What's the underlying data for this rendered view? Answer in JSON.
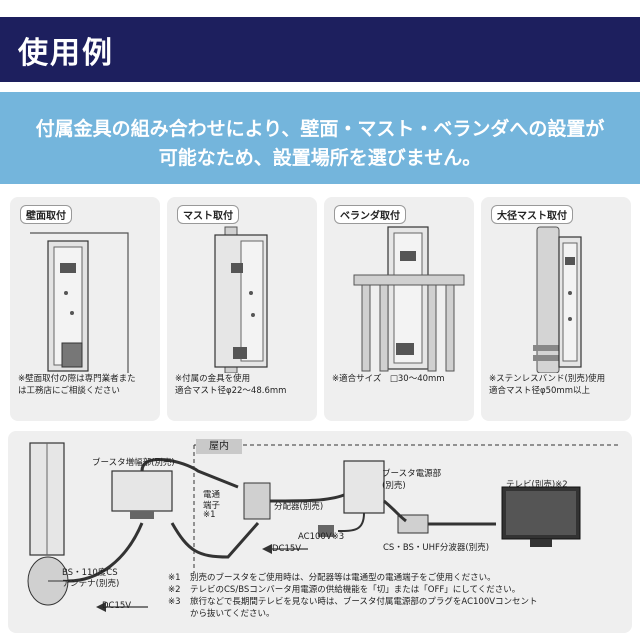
{
  "header": {
    "title": "使用例"
  },
  "banner": {
    "line1": "付属金具の組み合わせにより、壁面・マスト・ベランダへの設置が",
    "line2": "可能なため、設置場所を選びません。"
  },
  "cards": [
    {
      "label": "壁面取付",
      "note1": "※壁面取付の際は専門業者また",
      "note2": "は工務店にご相談ください"
    },
    {
      "label": "マスト取付",
      "note1": "※付属の金具を使用",
      "note2": "適合マスト径φ22〜48.6mm"
    },
    {
      "label": "ベランダ取付",
      "note1": "※適合サイズ　□30〜40mm",
      "note2": ""
    },
    {
      "label": "大径マスト取付",
      "note1": "※ステンレスバンド(別売)使用",
      "note2": "適合マスト径φ50mm以上"
    }
  ],
  "diagram": {
    "indoor": "屋内",
    "booster_amp": "ブースタ増幅部(別売)",
    "terminal1": "電通",
    "terminal2": "端子",
    "terminal3": "※1",
    "splitter": "分配器(別売)",
    "power_unit1": "ブースタ電源部",
    "power_unit2": "(別売)",
    "ac": "AC100V※3",
    "dc_upper": "DC15V",
    "dc_lower": "DC15V",
    "filter": "CS・BS・UHF分波器(別売)",
    "tv": "テレビ(別売)※2",
    "antenna1": "BS・110度CS",
    "antenna2": "アンテナ(別売)"
  },
  "footnotes": [
    {
      "num": "※1",
      "text": "別売のブースタをご使用時は、分配器等は電通型の電通端子をご使用ください。"
    },
    {
      "num": "※2",
      "text": "テレビのCS/BSコンバータ用電源の供給機能を「切」または「OFF」にしてください。"
    },
    {
      "num": "※3",
      "text": "旅行などで長期間テレビを見ない時は、ブースタ付属電源部のプラグをAC100Vコンセント"
    },
    {
      "num": "",
      "text": "から抜いてください。"
    }
  ]
}
